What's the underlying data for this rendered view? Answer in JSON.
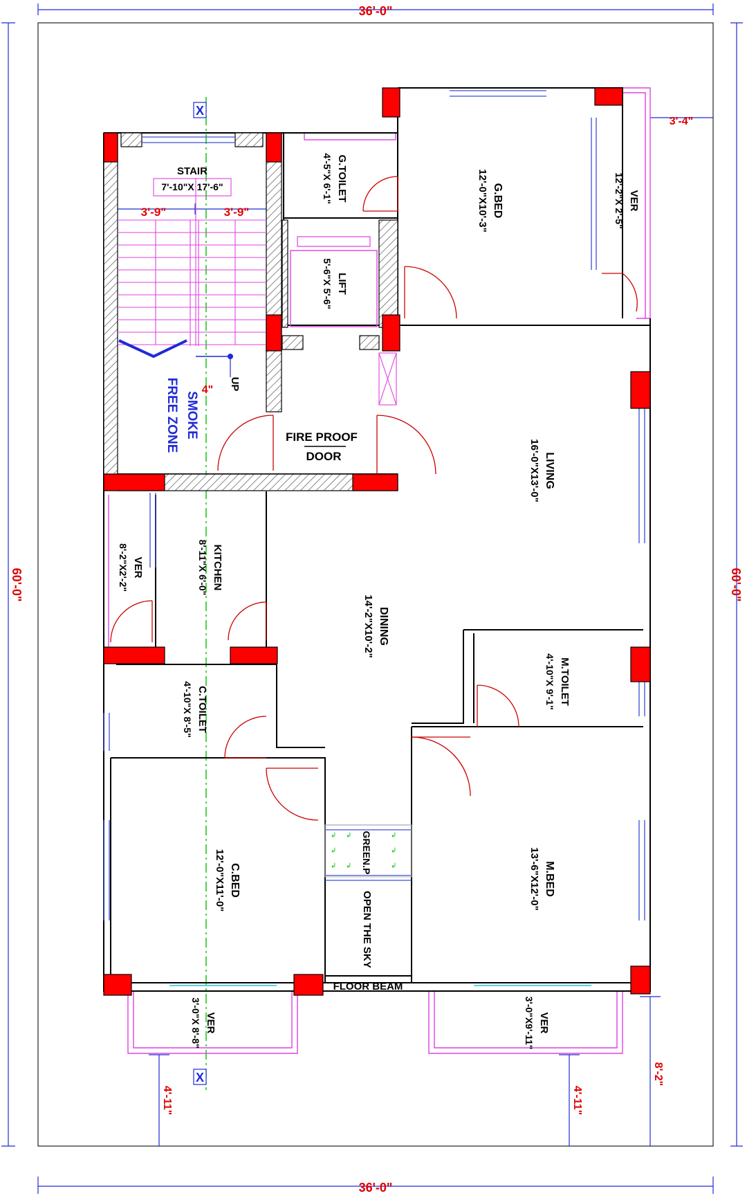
{
  "dimensions": {
    "top_width": "36'-0\"",
    "bottom_width": "36'-0\"",
    "left_height": "60'-0\"",
    "right_height": "60'-0\"",
    "ver_offset": "3'-4\"",
    "stair_half_left": "3'-9\"",
    "stair_half_right": "3'-9\"",
    "up_offset": "4\"",
    "bottom_left_offset": "4'-11\"",
    "bottom_right_offset": "4'-11\"",
    "right_balcony_offset": "8'-2\""
  },
  "section_mark": "X",
  "rooms": {
    "stair": {
      "name": "STAIR",
      "size": "7'-10\"X 17'-6\""
    },
    "g_toilet": {
      "name": "G.TOILET",
      "size": "4'-5\"X 6'-1\""
    },
    "g_bed": {
      "name": "G.BED",
      "size": "12'-0\"X10'-3\""
    },
    "ver_top": {
      "name": "VER",
      "size": "12'-2\"X 2'-5\""
    },
    "lift": {
      "name": "LIFT",
      "size": "5'-6\"X 5'-6\""
    },
    "living": {
      "name": "LIVING",
      "size": "16'-0\"X13'-0\""
    },
    "fire_door": {
      "line1": "FIRE PROOF",
      "line2": "DOOR"
    },
    "smoke_zone": {
      "line1": "SMOKE",
      "line2": "FREE ZONE"
    },
    "up": "UP",
    "ver_left": {
      "name": "VER",
      "size": "8'-2\"X2'-2\""
    },
    "kitchen": {
      "name": "KITCHEN",
      "size": "8'-11\"X 6'-0\""
    },
    "dining": {
      "name": "DINING",
      "size": "14'-2\"X10'-2\""
    },
    "m_toilet": {
      "name": "M.TOILET",
      "size": "4'-10\"X 9'-1\""
    },
    "c_toilet": {
      "name": "C.TOILET",
      "size": "4'-10\"X 8'-5\""
    },
    "c_bed": {
      "name": "C.BED",
      "size": "12'-0\"X11'-0\""
    },
    "m_bed": {
      "name": "M.BED",
      "size": "13'-6\"X12'-0\""
    },
    "green_p": "GREEN.P",
    "open_sky": "OPEN THE SKY",
    "floor_beam": "FLOOR BEAM",
    "ver_bottom_left": {
      "name": "VER",
      "size": "3'-0\"X 8'-8\""
    },
    "ver_bottom_right": {
      "name": "VER",
      "size": "3'-0\"X9'-11\""
    }
  },
  "colors": {
    "column": "#ff0000",
    "wall": "#000000",
    "door": "#cc0000",
    "dimension": "#1f2bd6",
    "dim_text": "#e00000",
    "balcony": "#e040e0",
    "center_line": "#00c000",
    "window": "#3a4fd6"
  }
}
